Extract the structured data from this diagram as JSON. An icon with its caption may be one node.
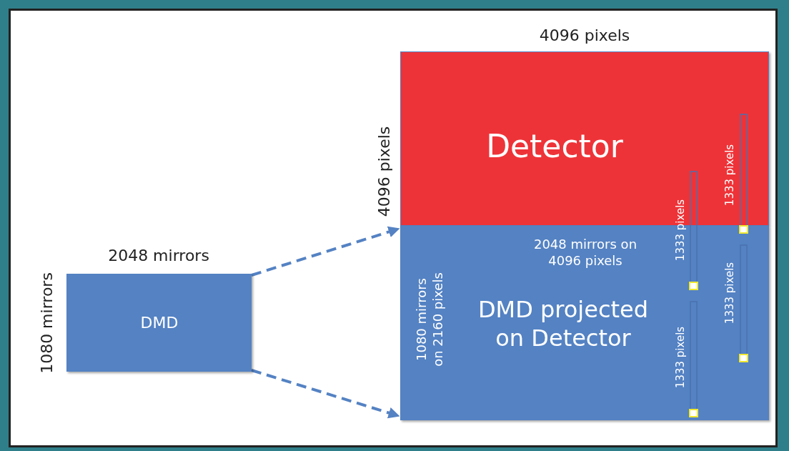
{
  "diagram": {
    "nodes": [
      {
        "text": [
          "DMD"
        ],
        "beside": [
          "2048 mirrors",
          "1080 mirrors"
        ]
      },
      {
        "text": [
          "Detector"
        ],
        "beside": [
          "4096 pixels",
          "4096 pixels"
        ]
      },
      {
        "text": [
          "2048 mirrors on 4096 pixels",
          "1080 mirrors on 2160 pixels",
          "DMD projected on Detector"
        ]
      }
    ],
    "edges": [
      {
        "from": 0,
        "to": 2,
        "arrow": "to",
        "style": "dashed"
      },
      {
        "from": 0,
        "to": 2,
        "arrow": "to",
        "style": "dashed"
      }
    ],
    "labels": [
      "1333 pixels",
      "1333 pixels",
      "1333 pixels",
      "1333 pixels"
    ]
  }
}
